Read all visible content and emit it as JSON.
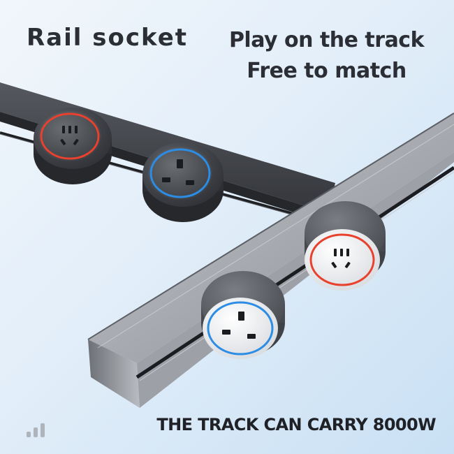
{
  "headline": {
    "title": "Rail socket",
    "tagline": [
      "Play on the track",
      "Free to match"
    ]
  },
  "footer": {
    "text": "THE TRACK CAN CARRY 8000W"
  },
  "colors": {
    "background": "#dcebf8",
    "text": "#2b2e34",
    "rail_dark": "#3b3d42",
    "rail_silver": "#a9acb2",
    "ring_red": "#e8412e",
    "ring_blue": "#2d8de4"
  },
  "icons": {
    "signal": "signal-bars-icon",
    "outlet_cn": "three-pin-angled-outlet-icon",
    "outlet_uk": "uk-three-pin-outlet-icon"
  }
}
